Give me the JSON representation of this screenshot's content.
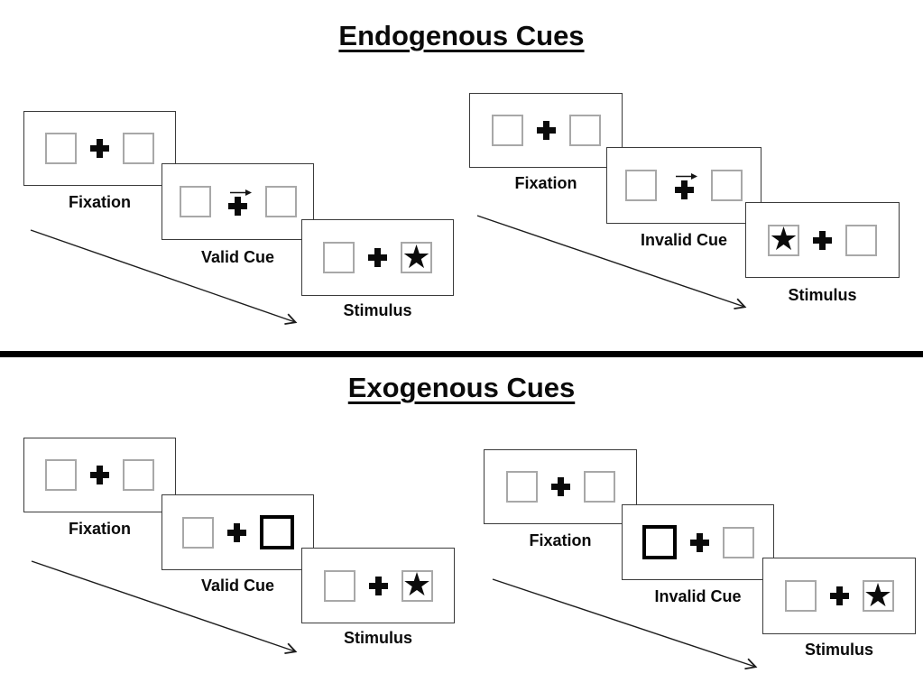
{
  "sections": [
    {
      "id": "endogenous",
      "title": "Endogenous Cues",
      "groups": [
        {
          "id": "valid",
          "steps": [
            {
              "label": "Fixation",
              "type": "fixation"
            },
            {
              "label": "Valid Cue",
              "type": "cue",
              "cue_style": "arrow",
              "cue_side": "right"
            },
            {
              "label": "Stimulus",
              "type": "stimulus",
              "star_side": "right"
            }
          ]
        },
        {
          "id": "invalid",
          "steps": [
            {
              "label": "Fixation",
              "type": "fixation"
            },
            {
              "label": "Invalid Cue",
              "type": "cue",
              "cue_style": "arrow",
              "cue_side": "right"
            },
            {
              "label": "Stimulus",
              "type": "stimulus",
              "star_side": "left"
            }
          ]
        }
      ]
    },
    {
      "id": "exogenous",
      "title": "Exogenous Cues",
      "groups": [
        {
          "id": "valid",
          "steps": [
            {
              "label": "Fixation",
              "type": "fixation"
            },
            {
              "label": "Valid Cue",
              "type": "cue",
              "cue_style": "bold-box",
              "cue_side": "right"
            },
            {
              "label": "Stimulus",
              "type": "stimulus",
              "star_side": "right"
            }
          ]
        },
        {
          "id": "invalid",
          "steps": [
            {
              "label": "Fixation",
              "type": "fixation"
            },
            {
              "label": "Invalid Cue",
              "type": "cue",
              "cue_style": "bold-box",
              "cue_side": "left"
            },
            {
              "label": "Stimulus",
              "type": "stimulus",
              "star_side": "right"
            }
          ]
        }
      ]
    }
  ],
  "icons": {
    "star": "★",
    "cue_arrow": "→",
    "fixation_cross": "plus-cross"
  },
  "colors": {
    "background": "#ffffff",
    "ink": "#000000",
    "panel_border": "#3b3b3b",
    "box_border": "#a8a8a8",
    "bold_box_border": "#000000"
  }
}
